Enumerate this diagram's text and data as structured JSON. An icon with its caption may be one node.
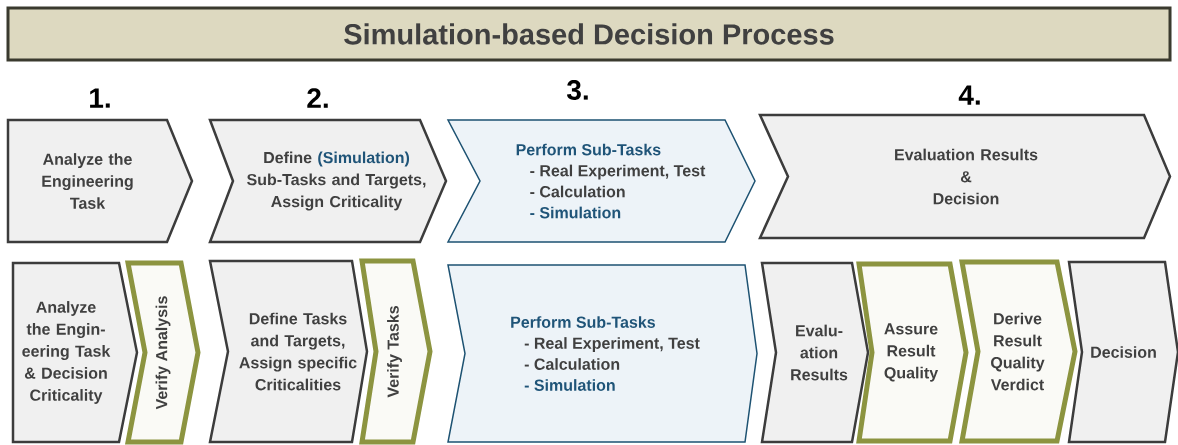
{
  "diagram": {
    "nodes": [
      {
        "text": [
          "Simulation-based Decision Process"
        ]
      },
      {
        "text": [
          "Analyze the Engineering Task"
        ]
      },
      {
        "text": [
          "Define",
          "(Simulation)",
          "Sub-Tasks and Targets, Assign Criticality"
        ]
      },
      {
        "text": [
          "Perform Sub-Tasks",
          "- Real Experiment, Test",
          "- Calculation",
          "- Simulation"
        ]
      },
      {
        "text": [
          "Evaluation Results",
          "&",
          "Decision"
        ]
      },
      {
        "text": [
          "Analyze the Engin- eering Task & Decision Criticality"
        ]
      },
      {
        "text": [
          "Verify Analysis"
        ]
      },
      {
        "text": [
          "Define Tasks and Targets, Assign specific Criticalities"
        ]
      },
      {
        "text": [
          "Verify Tasks"
        ]
      },
      {
        "text": [
          "Perform Sub-Tasks",
          "- Real Experiment, Test",
          "- Calculation",
          "- Simulation"
        ]
      },
      {
        "text": [
          "Evalu- ation Results"
        ]
      },
      {
        "text": [
          "Assure Result Quality"
        ]
      },
      {
        "text": [
          "Derive Result Quality Verdict"
        ]
      },
      {
        "text": [
          "Decision"
        ]
      }
    ],
    "labels": [
      "1.",
      "2.",
      "3.",
      "4."
    ]
  }
}
